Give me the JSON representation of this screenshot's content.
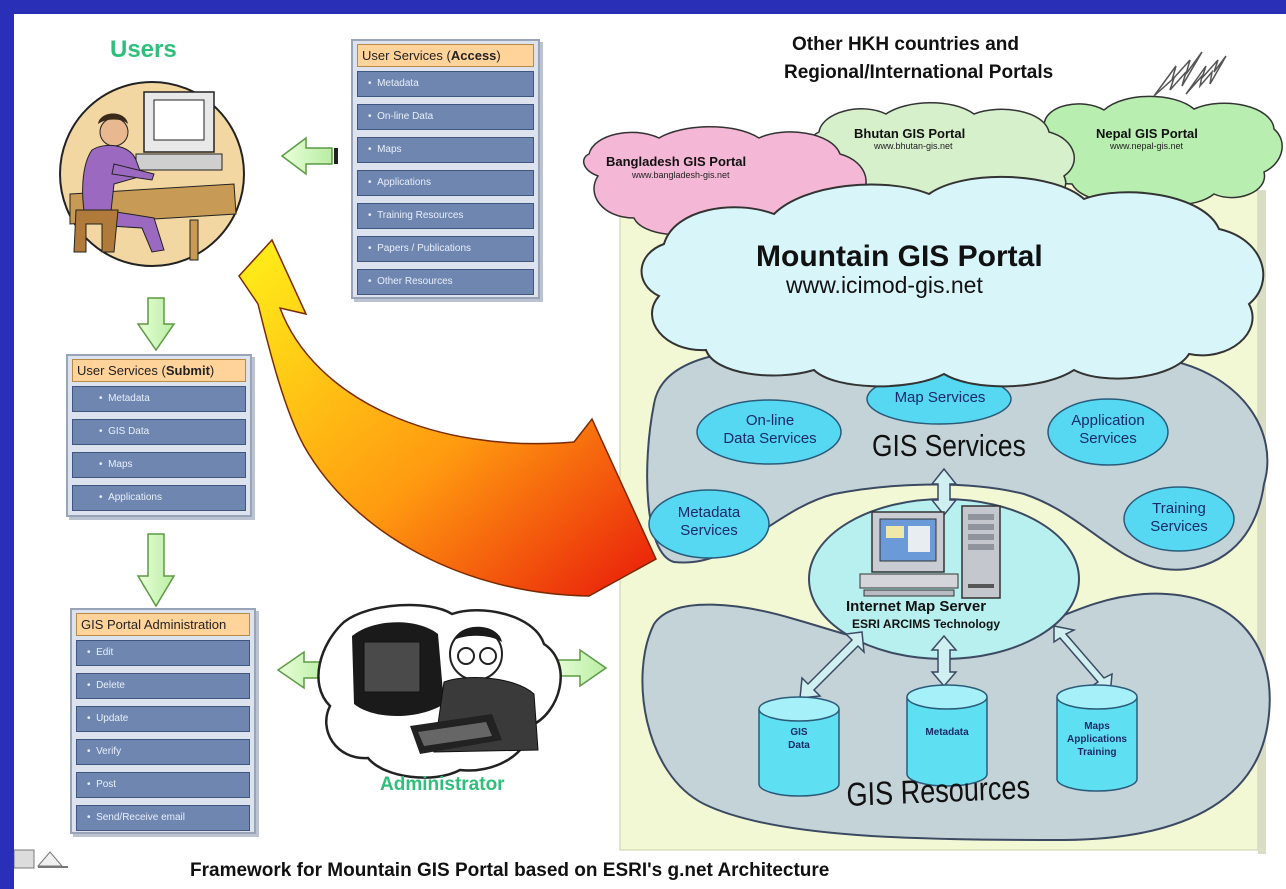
{
  "users_label": "Users",
  "administrator_label": "Administrator",
  "access_panel": {
    "title_prefix": "User Services (",
    "title_bold": "Access",
    "title_suffix": ")",
    "items": [
      "Metadata",
      "On-line Data",
      "Maps",
      "Applications",
      "Training Resources",
      "Papers / Publications",
      "Other Resources"
    ]
  },
  "submit_panel": {
    "title_prefix": "User Services (",
    "title_bold": "Submit",
    "title_suffix": ")",
    "items": [
      "Metadata",
      "GIS Data",
      "Maps",
      "Applications"
    ]
  },
  "admin_panel": {
    "title": "GIS Portal Administration",
    "items": [
      "Edit",
      "Delete",
      "Update",
      "Verify",
      "Post",
      "Send/Receive email"
    ]
  },
  "regional": {
    "heading_line1": "Other HKH countries and",
    "heading_line2": "Regional/International Portals",
    "bangladesh": {
      "name": "Bangladesh GIS Portal",
      "url": "www.bangladesh-gis.net"
    },
    "bhutan": {
      "name": "Bhutan GIS Portal",
      "url": "www.bhutan-gis.net"
    },
    "nepal": {
      "name": "Nepal GIS Portal",
      "url": "www.nepal-gis.net"
    }
  },
  "portal": {
    "title": "Mountain GIS Portal",
    "url": "www.icimod-gis.net"
  },
  "gis_services": {
    "title": "GIS Services",
    "map": "Map Services",
    "online_line1": "On-line",
    "online_line2": "Data Services",
    "application_line1": "Application",
    "application_line2": "Services",
    "metadata_line1": "Metadata",
    "metadata_line2": "Services",
    "training_line1": "Training",
    "training_line2": "Services"
  },
  "server": {
    "title": "Internet Map Server",
    "subtitle": "ESRI ARCIMS Technology"
  },
  "gis_resources": {
    "title": "GIS Resources",
    "gis_data_line1": "GIS",
    "gis_data_line2": "Data",
    "metadata": "Metadata",
    "maps_line1": "Maps",
    "maps_line2": "Applications",
    "maps_line3": "Training"
  },
  "caption": "Framework for Mountain GIS Portal based on ESRI's g.net Architecture",
  "colors": {
    "background": "#2a2fb8",
    "cloud": "#d8f6fa",
    "cloud_pink": "#f4b8d6",
    "cloud_green": "#c8f2c2",
    "panel_title": "#ffd39a",
    "panel_item": "#6f87b0",
    "services_oval": "#b7f0ee",
    "user_label": "#2fbf7a"
  }
}
